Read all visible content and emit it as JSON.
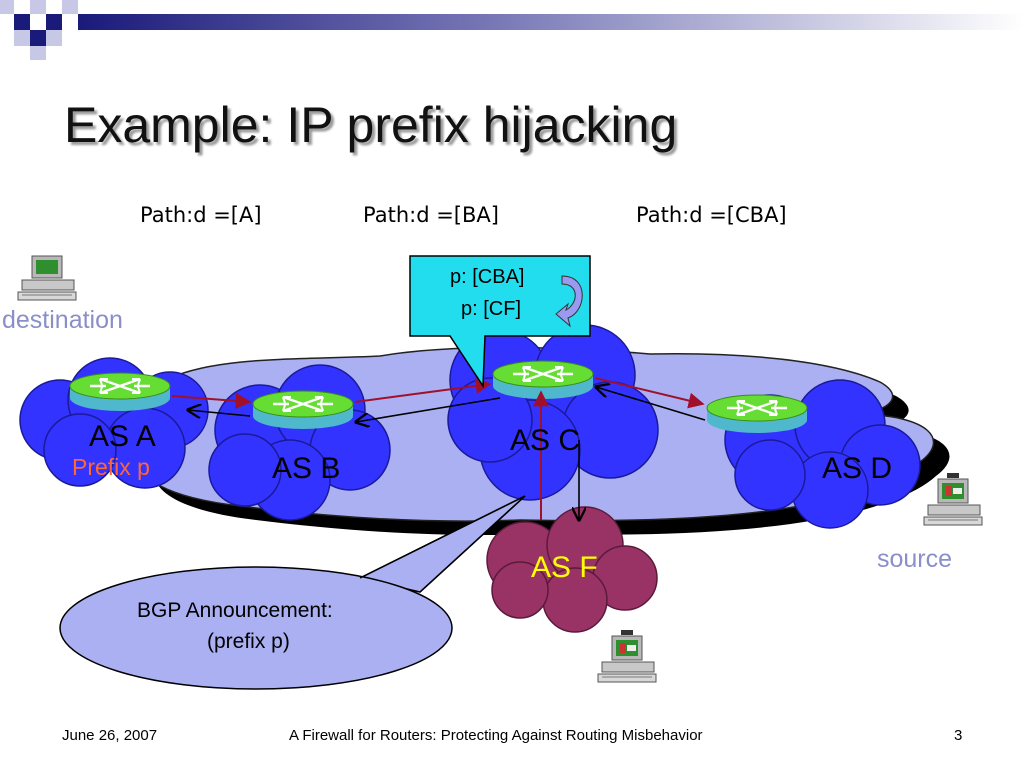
{
  "slide": {
    "title": "Example: IP prefix hijacking",
    "path_labels": [
      "Path:d =[A]",
      "Path:d =[BA]",
      "Path:d =[CBA]"
    ],
    "callout": {
      "line1": "p: [CBA]",
      "line2": "p: [CF]"
    },
    "nodes": {
      "as_a": "AS A",
      "prefix": "Prefix p",
      "as_b": "AS B",
      "as_c": "AS C",
      "as_d": "AS D",
      "as_f": "AS F",
      "destination": "destination",
      "source": "source"
    },
    "announcement": {
      "line1": "BGP Announcement:",
      "line2": "(prefix p)"
    },
    "footer": {
      "date": "June 26, 2007",
      "center": "A Firewall for Routers: Protecting Against Routing Misbehavior",
      "page": "3"
    }
  },
  "colors": {
    "cloud_blue": "#3333ff",
    "backbone": "#aab0f2",
    "as_f": "#993366",
    "as_f_text": "#ffff00",
    "prefix_text": "#ff6633",
    "host_label": "#8a8fc9",
    "callout_fill": "#22ddee",
    "arrow_red": "#a0102a",
    "router_green": "#66dd33"
  }
}
